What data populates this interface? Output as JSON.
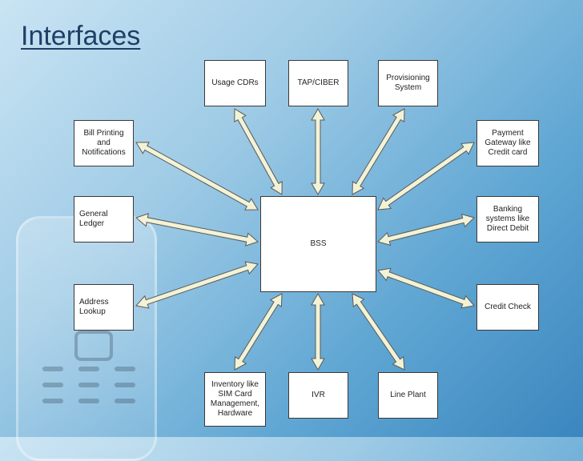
{
  "title": "Interfaces",
  "center": "BSS",
  "nodes": {
    "usage_cdrs": "Usage CDRs",
    "tap_ciber": "TAP/CIBER",
    "provisioning": "Provisioning System",
    "bill_printing": "Bill Printing and Notifications",
    "payment_gateway": "Payment Gateway like Credit card",
    "general_ledger": "General Ledger",
    "banking_systems": "Banking systems like Direct Debit",
    "address_lookup": "Address Lookup",
    "credit_check": "Credit Check",
    "inventory": "Inventory like SIM Card Management, Hardware",
    "ivr": "IVR",
    "line_plant": "Line Plant"
  },
  "colors": {
    "arrow_fill": "#f2f2d6",
    "arrow_stroke": "#5a5a5a",
    "title": "#1f3f66"
  }
}
